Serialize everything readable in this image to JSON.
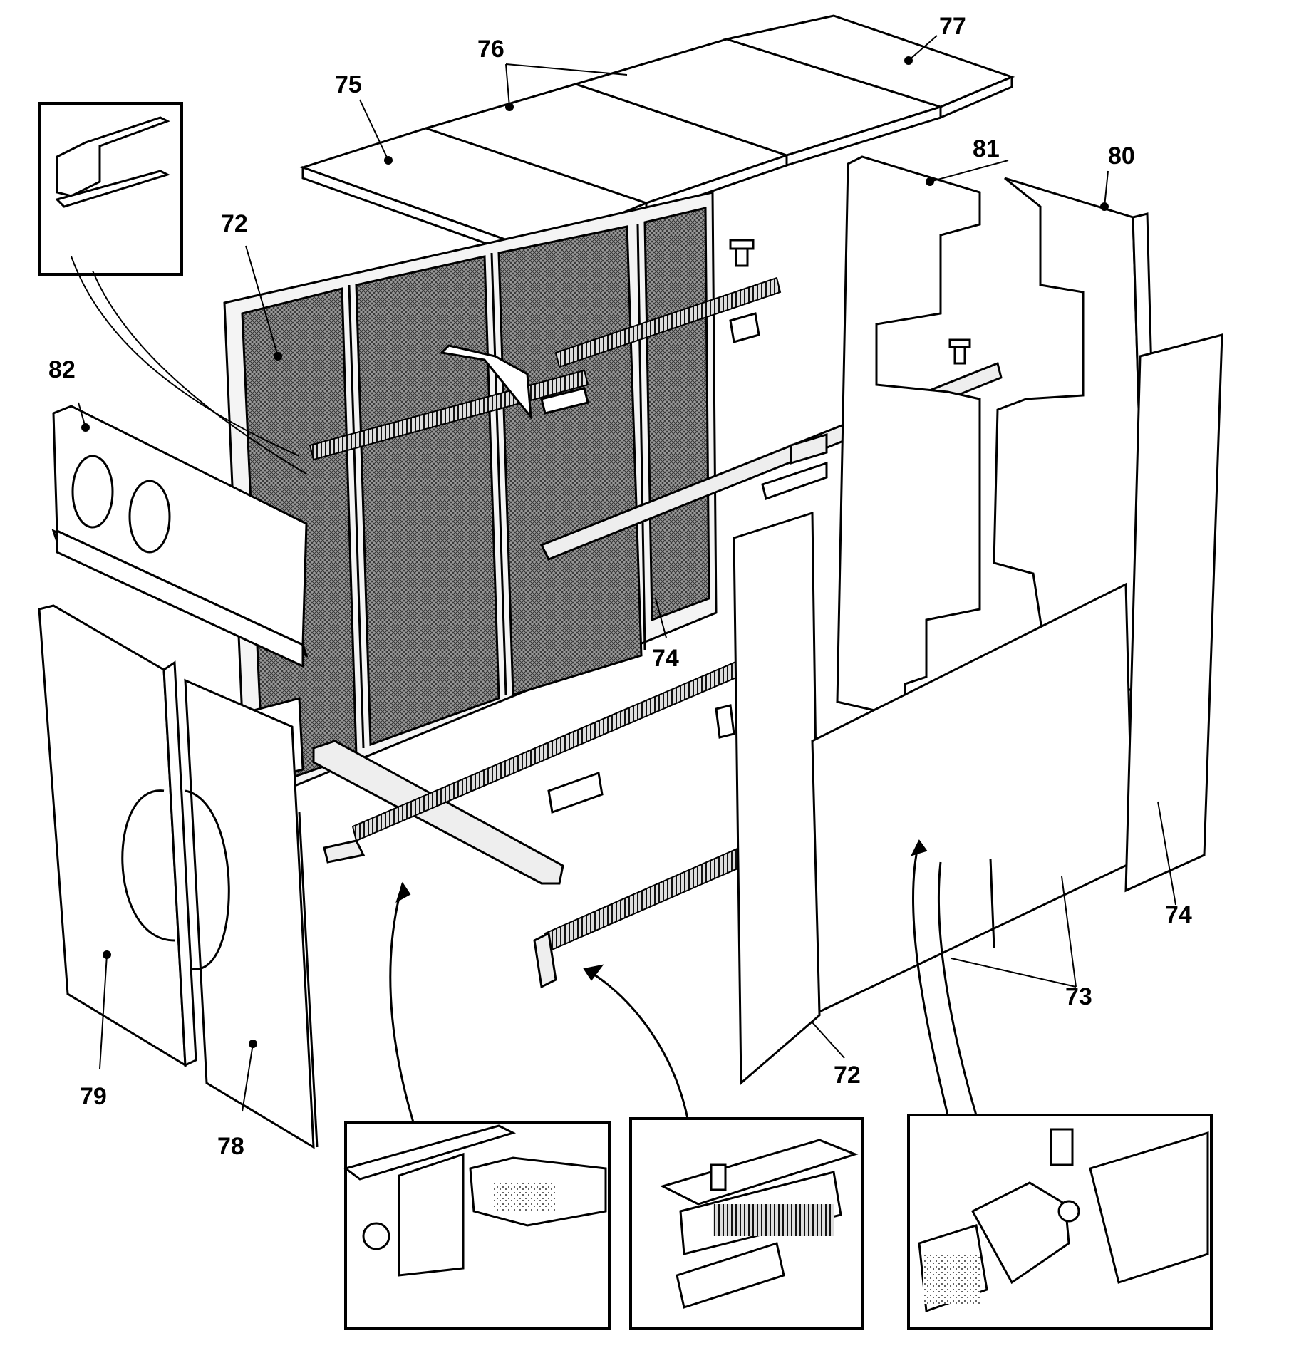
{
  "callouts": [
    {
      "id": "c72a",
      "text": "72"
    },
    {
      "id": "c72b",
      "text": "72"
    },
    {
      "id": "c73",
      "text": "73"
    },
    {
      "id": "c74a",
      "text": "74"
    },
    {
      "id": "c74b",
      "text": "74"
    },
    {
      "id": "c75",
      "text": "75"
    },
    {
      "id": "c76",
      "text": "76"
    },
    {
      "id": "c77",
      "text": "77"
    },
    {
      "id": "c78",
      "text": "78"
    },
    {
      "id": "c79",
      "text": "79"
    },
    {
      "id": "c80",
      "text": "80"
    },
    {
      "id": "c81",
      "text": "81"
    },
    {
      "id": "c82",
      "text": "82"
    }
  ],
  "colors": {
    "ink": "#000000",
    "paper": "#ffffff"
  }
}
